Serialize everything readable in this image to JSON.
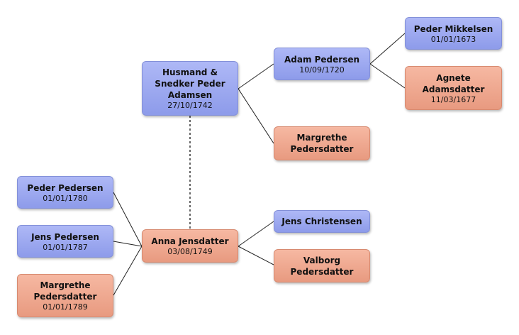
{
  "colors": {
    "male": "#9aa6f0",
    "female": "#f0a88f",
    "line": "#222222"
  },
  "people": {
    "peder_adamsen": {
      "name": "Husmand & Snedker Peder Adamsen",
      "date": "27/10/1742",
      "gender": "male"
    },
    "anna": {
      "name": "Anna Jensdatter",
      "date": "03/08/1749",
      "gender": "female"
    },
    "adam": {
      "name": "Adam Pedersen",
      "date": "10/09/1720",
      "gender": "male"
    },
    "margrethe_mother": {
      "name": "Margrethe Pedersdatter",
      "date": "",
      "gender": "female"
    },
    "peder_mikkelsen": {
      "name": "Peder Mikkelsen",
      "date": "01/01/1673",
      "gender": "male"
    },
    "agnete": {
      "name": "Agnete Adamsdatter",
      "date": "11/03/1677",
      "gender": "female"
    },
    "jens_christensen": {
      "name": "Jens Christensen",
      "date": "",
      "gender": "male"
    },
    "valborg": {
      "name": "Valborg Pedersdatter",
      "date": "",
      "gender": "female"
    },
    "peder_pedersen": {
      "name": "Peder Pedersen",
      "date": "01/01/1780",
      "gender": "male"
    },
    "jens_pedersen": {
      "name": "Jens Pedersen",
      "date": "01/01/1787",
      "gender": "male"
    },
    "margrethe_child": {
      "name": "Margrethe Pedersdatter",
      "date": "01/01/1789",
      "gender": "female"
    }
  }
}
